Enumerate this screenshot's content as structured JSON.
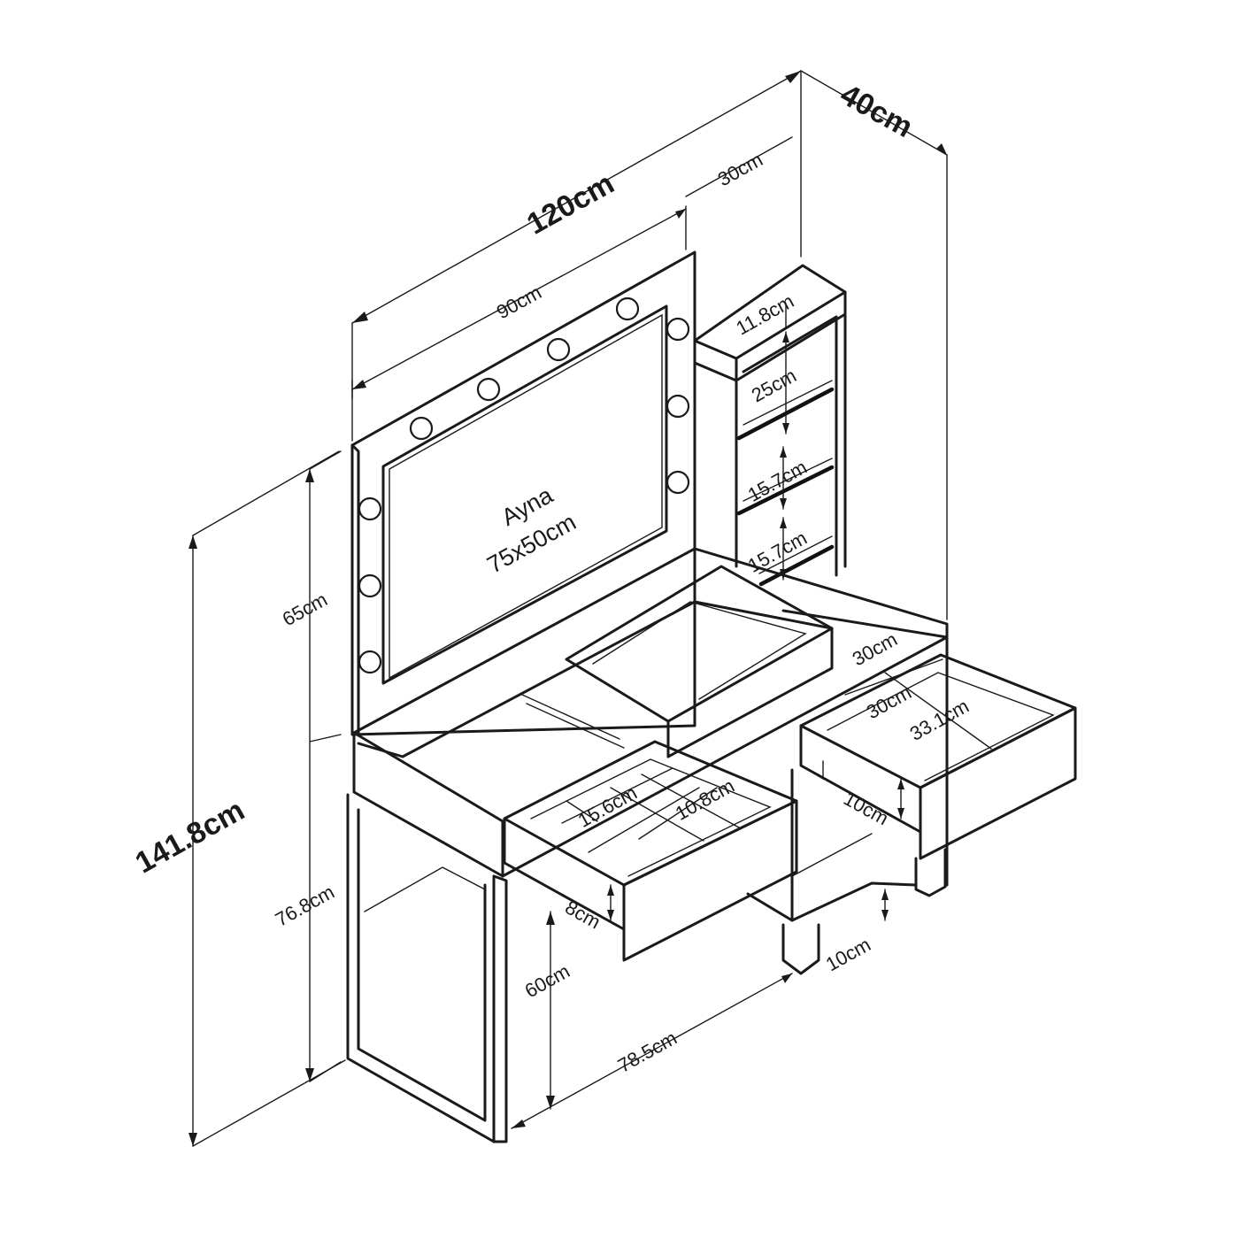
{
  "mirror": {
    "name": "Ayna",
    "size": "75x50cm"
  },
  "dimensions": {
    "total_width": "120cm",
    "depth": "40cm",
    "shelf_width": "30cm",
    "mirror_width": "90cm",
    "top_shelf": "11.8cm",
    "shelf_1": "25cm",
    "shelf_2": "15.7cm",
    "shelf_3": "15.7cm",
    "mirror_height": "65cm",
    "total_height": "141.8cm",
    "table_height": "76.8cm",
    "leg_height": "60cm",
    "table_width": "78.5cm",
    "left_drawer_height": "8cm",
    "compartment_1": "15.6cm",
    "compartment_2": "10.8cm",
    "right_top_width": "30cm",
    "right_drawer_width": "30cm",
    "right_drawer_depth": "33.1cm",
    "right_drawer_height": "10cm",
    "foot_height": "10cm"
  }
}
